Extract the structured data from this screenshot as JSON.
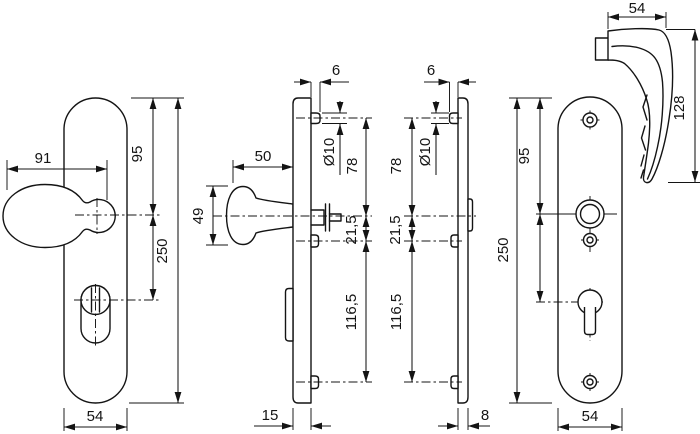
{
  "colors": {
    "background": "#ffffff",
    "line": "#141414"
  },
  "views": {
    "knob_plate_front": {
      "label": "security plate with knob, front view",
      "dims": {
        "knob_assembly_width": "91",
        "plate_top_to_knob_center": "95",
        "plate_height": "250",
        "plate_width": "54"
      }
    },
    "knob_plate_profile": {
      "label": "security plate with knob, side profile",
      "dims": {
        "boss_projection": "6",
        "knob_projection": "50",
        "knob_grip_height": "49",
        "boss_diameter": "Ø10",
        "boss_to_spindle": "78",
        "spindle_to_fixing": "21,5",
        "fixing_to_fixing": "116,5",
        "plate_thickness": "15"
      }
    },
    "lever_plate_profile": {
      "label": "inside plate, side profile",
      "dims": {
        "boss_projection": "6",
        "boss_diameter": "Ø10",
        "boss_to_spindle": "78",
        "spindle_to_fixing": "21,5",
        "fixing_to_fixing": "116,5",
        "plate_thickness": "8"
      }
    },
    "lever_plate_front": {
      "label": "inside plate with lever handle, front view",
      "dims": {
        "lever_width": "54",
        "lever_height": "128",
        "plate_top_to_lever_center": "95",
        "plate_height": "250",
        "plate_width": "54"
      }
    }
  }
}
